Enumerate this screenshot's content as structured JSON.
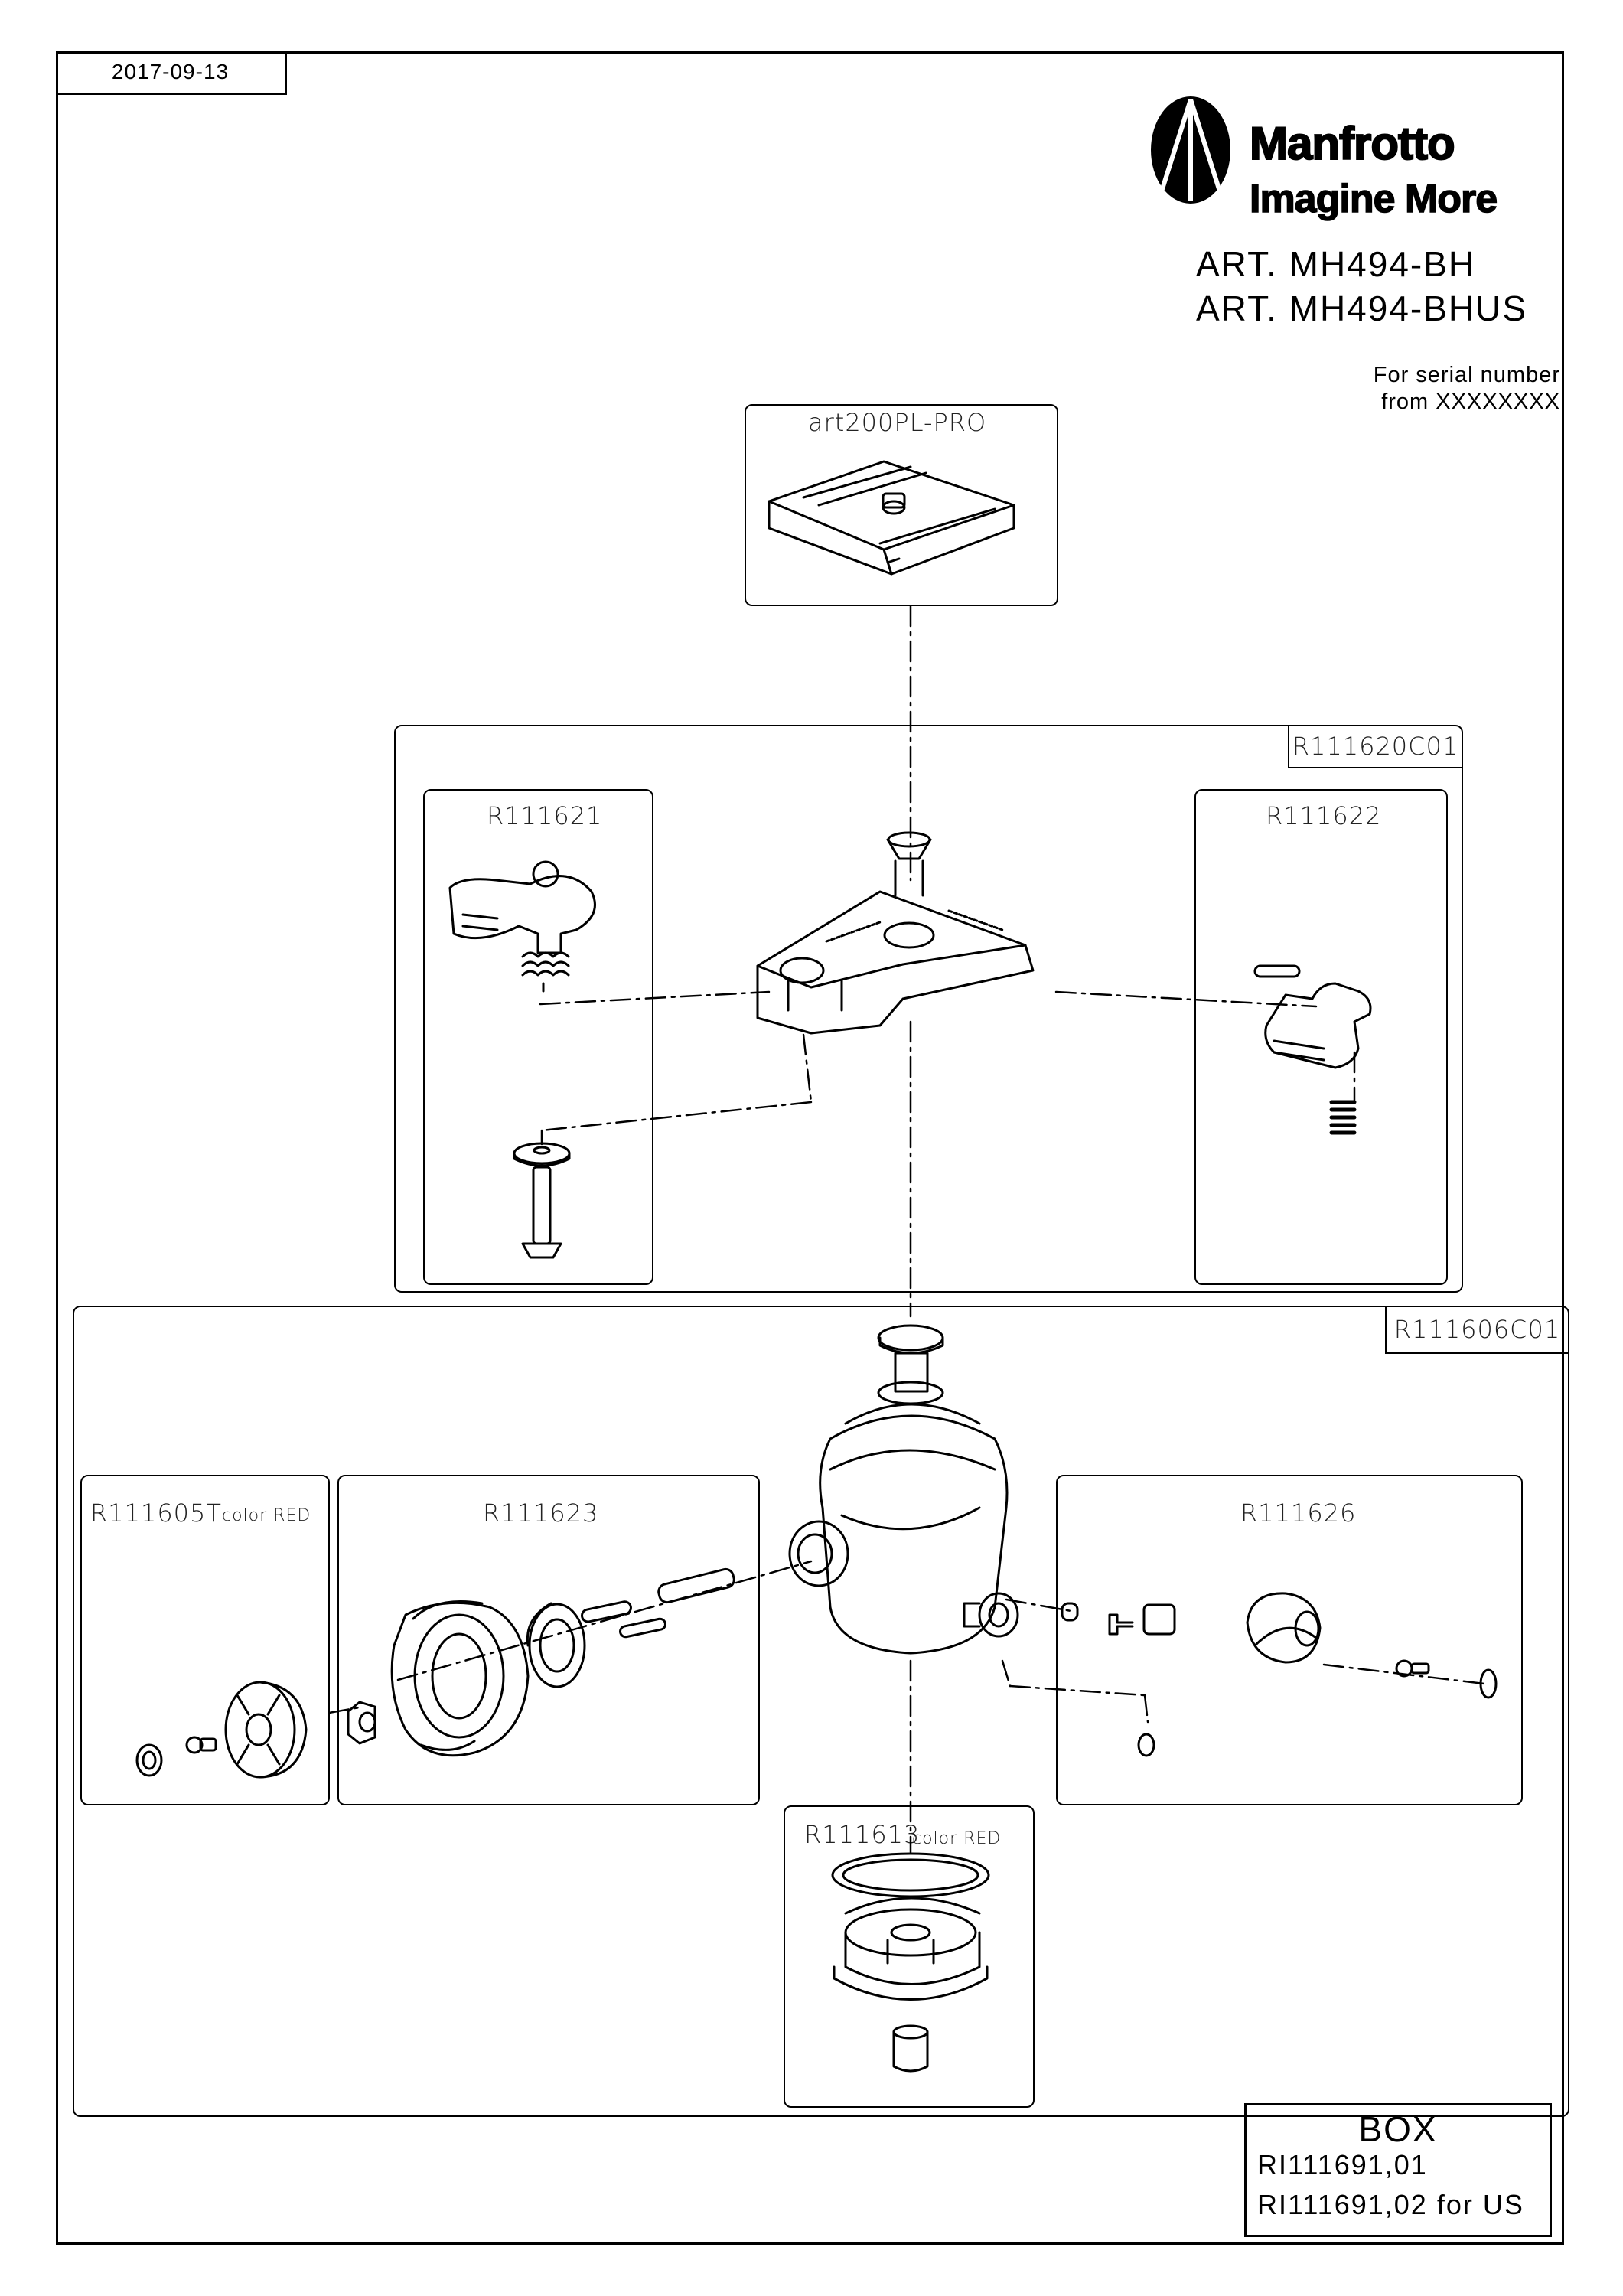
{
  "date": "2017-09-13",
  "brand": {
    "name": "Manfrotto",
    "tagline": "Imagine More",
    "logo": "manfrotto-tripod-logo"
  },
  "articles": [
    "ART. MH494-BH",
    "ART. MH494-BHUS"
  ],
  "serial": {
    "line1": "For serial number",
    "line2": "from XXXXXXXX"
  },
  "parts": {
    "plate": "art200PL-PRO",
    "clamp_group": "R111620C01",
    "left_knob": "R111621",
    "right_lever": "R111622",
    "head_group": "R111606C01",
    "pan_knob": "R111605T",
    "pan_knob_color": "color RED",
    "friction_knob": "R111623",
    "lock_knob": "R111626",
    "base": "R111613",
    "base_color": "color RED"
  },
  "box": {
    "title": "BOX",
    "code1": "RI111691,01",
    "code2": "RI111691,02 for US"
  }
}
